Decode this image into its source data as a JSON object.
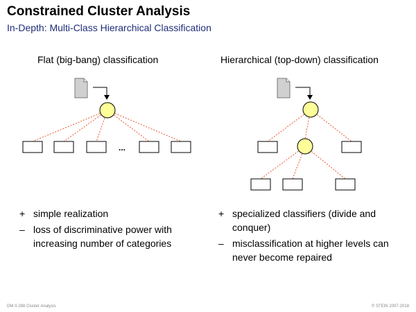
{
  "slide": {
    "title": "Constrained Cluster Analysis",
    "subtitle": "In-Depth: Multi-Class Hierarchical Classification"
  },
  "flat": {
    "heading": "Flat (big-bang) classification",
    "ellipsis": "...",
    "bullets": [
      {
        "mark": "+",
        "text": "simple realization"
      },
      {
        "mark": "–",
        "text": "loss of discriminative power with increasing number of categories"
      }
    ]
  },
  "hierarchical": {
    "heading": "Hierarchical (top-down) classification",
    "bullets": [
      {
        "mark": "+",
        "text": "specialized classifiers (divide and conquer)"
      },
      {
        "mark": "–",
        "text": "misclassification at higher levels can never become repaired"
      }
    ]
  },
  "footer": {
    "left": "DM II-288    Cluster Analysis",
    "right": "© STEIN 2007-2018"
  },
  "colors": {
    "subtitle": "#1f2d7a",
    "node_fill": "#ffff99",
    "edge": "#e8542a"
  },
  "icons": {
    "document": "document-icon"
  }
}
